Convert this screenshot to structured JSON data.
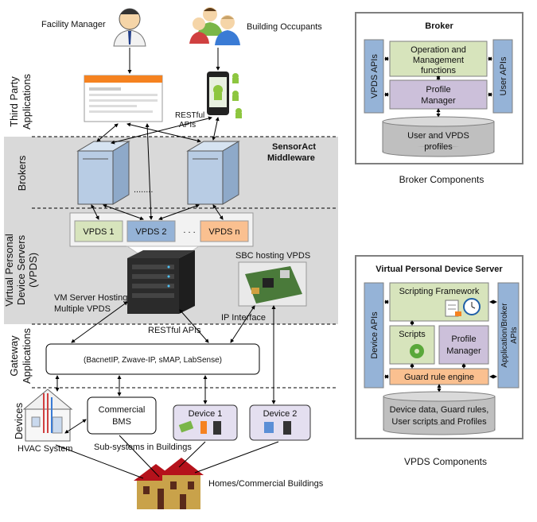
{
  "actors": {
    "facility_manager": "Facility Manager",
    "building_occupants": "Building Occupants"
  },
  "layers": {
    "third_party_line1": "Third Party",
    "third_party_line2": "Applications",
    "brokers": "Brokers",
    "vpds_line1": "Virtual Personal",
    "vpds_line2": "Device Servers",
    "vpds_line3": "(VPDS)",
    "gateway_line1": "Gateway",
    "gateway_line2": "Applications",
    "devices": "Devices"
  },
  "middleware": {
    "title_line1": "SensorAct",
    "title_line2": "Middleware",
    "restful_line1": "RESTful",
    "restful_line2": "APIs",
    "dots": "........",
    "vpds": [
      "VPDS 1",
      "VPDS 2",
      "VPDS n"
    ],
    "vpds_dots": ". . .",
    "sbc": "SBC hosting VPDS",
    "vm_line1": "VM Server Hosting",
    "vm_line2": "Multiple VPDS",
    "restful_apis": "RESTful APIs",
    "ip_interface": "IP Interface"
  },
  "gateway": {
    "protocols": "(BacnetIP, Zwave-IP, sMAP, LabSense)"
  },
  "devices": {
    "bms_line1": "Commercial",
    "bms_line2": "BMS",
    "device1": "Device 1",
    "device2": "Device 2",
    "hvac": "HVAC System",
    "subsystems": "Sub-systems in Buildings",
    "homes": "Homes/Commercial Buildings"
  },
  "broker_box": {
    "title": "Broker",
    "left_api": "VPDS APIs",
    "right_api": "User APIs",
    "ops_line1": "Operation and",
    "ops_line2": "Management",
    "ops_line3": "functions",
    "profile_line1": "Profile",
    "profile_line2": "Manager",
    "db_line1": "User and VPDS",
    "db_line2": "profiles",
    "caption": "Broker Components"
  },
  "vpds_box": {
    "title": "Virtual Personal Device Server",
    "left_api": "Device APIs",
    "right_api_line1": "Application/Broker",
    "right_api_line2": "APIs",
    "scripting": "Scripting Framework",
    "scripts": "Scripts",
    "profile_line1": "Profile",
    "profile_line2": "Manager",
    "guard": "Guard rule engine",
    "db_line1": "Device data, Guard rules,",
    "db_line2": "User scripts and Profiles",
    "caption": "VPDS Components"
  },
  "colors": {
    "band": "#d9d9d9",
    "server": "#b8cce4",
    "green": "#d7e4bc",
    "purple": "#ccc0da",
    "orange": "#fac090",
    "blue": "#95b3d7",
    "db": "#bfbfbf"
  }
}
